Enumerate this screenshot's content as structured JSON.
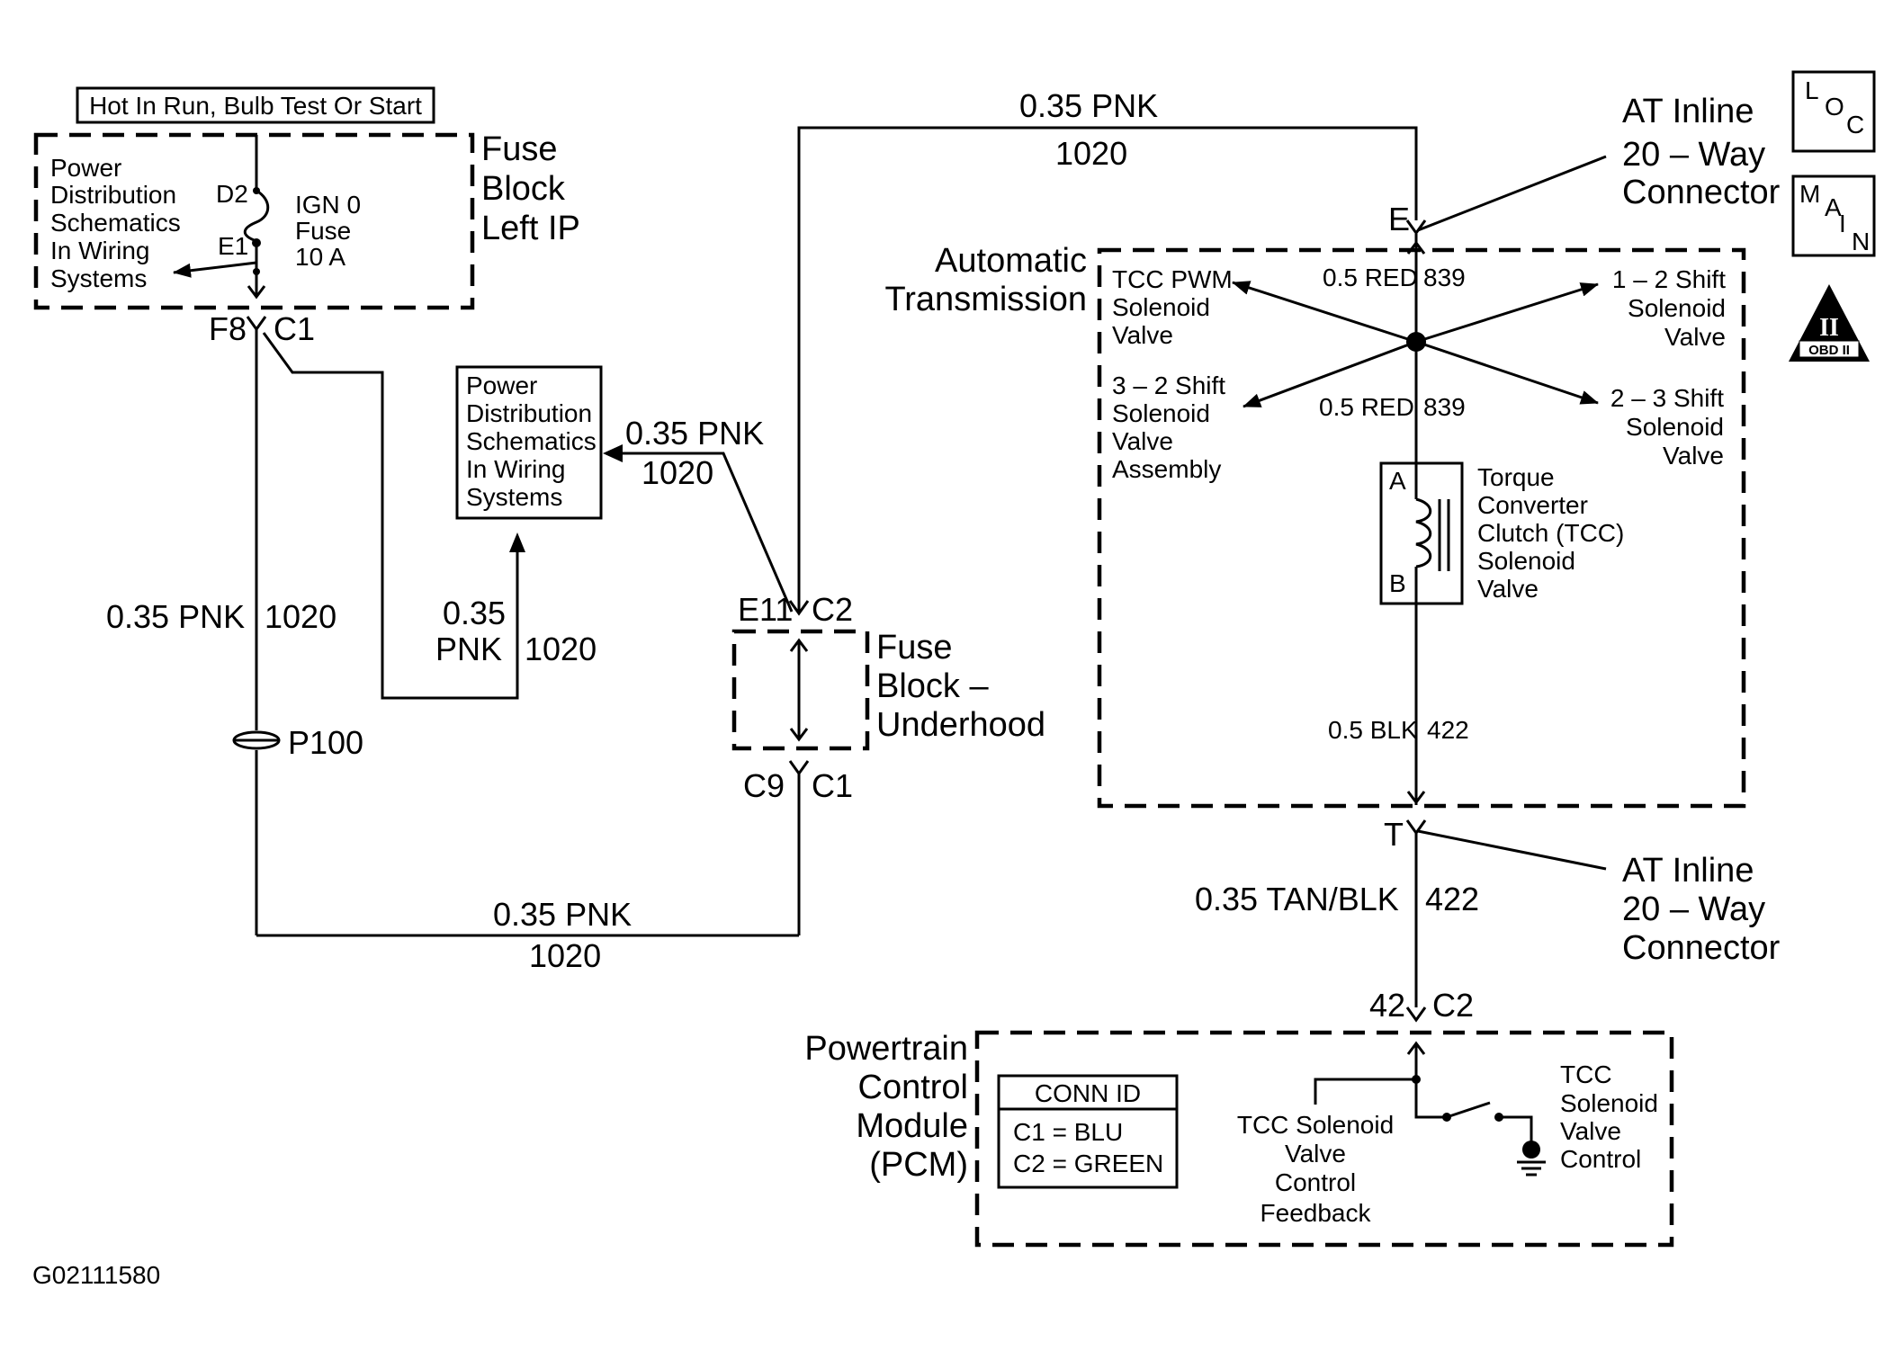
{
  "header": {
    "hot_in_run": "Hot In Run, Bulb Test Or Start"
  },
  "fuse_block_left": {
    "name": [
      "Fuse",
      "Block",
      "Left IP"
    ],
    "ref_text": [
      "Power",
      "Distribution",
      "Schematics",
      "In Wiring",
      "Systems"
    ],
    "fuse_label": [
      "IGN 0",
      "Fuse",
      "10 A"
    ],
    "pin_top": "D2",
    "pin_bottom": "E1",
    "connector_pin": "F8",
    "connector": "C1"
  },
  "ref_box_mid": {
    "text": [
      "Power",
      "Distribution",
      "Schematics",
      "In Wiring",
      "Systems"
    ]
  },
  "wire_1020": {
    "gauge": "0.35 PNK",
    "gauge_short": "0.35",
    "color_short": "PNK",
    "circuit": "1020"
  },
  "splice": {
    "label": "P100"
  },
  "fuse_block_underhood": {
    "name": [
      "Fuse",
      "Block –",
      "Underhood"
    ],
    "top_pin": "E11",
    "top_connector": "C2",
    "bottom_pin": "C9",
    "bottom_connector": "C1"
  },
  "at_inline_top": {
    "name": [
      "AT Inline",
      "20 – Way",
      "Connector"
    ],
    "pin": "E"
  },
  "at_inline_bottom": {
    "name": [
      "AT Inline",
      "20 – Way",
      "Connector"
    ],
    "pin": "T"
  },
  "auto_trans": {
    "name": [
      "Automatic",
      "Transmission"
    ],
    "tcc_pwm": [
      "TCC PWM",
      "Solenoid",
      "Valve"
    ],
    "shift_32": [
      "3 – 2 Shift",
      "Solenoid",
      "Valve",
      "Assembly"
    ],
    "shift_12": [
      "1 – 2 Shift",
      "Solenoid",
      "Valve"
    ],
    "shift_23": [
      "2 – 3 Shift",
      "Solenoid",
      "Valve"
    ],
    "wire_top": "0.5 RED",
    "wire_top_circuit": "839",
    "wire_mid": "0.5 RED",
    "wire_mid_circuit": "839",
    "tcc_solenoid": [
      "Torque",
      "Converter",
      "Clutch (TCC)",
      "Solenoid",
      "Valve"
    ],
    "pin_a": "A",
    "pin_b": "B",
    "wire_bottom": "0.5 BLK",
    "wire_bottom_circuit": "422"
  },
  "wire_422": {
    "gauge": "0.35 TAN/BLK",
    "circuit": "422"
  },
  "pcm": {
    "name": [
      "Powertrain",
      "Control",
      "Module",
      "(PCM)"
    ],
    "pin": "42",
    "connector": "C2",
    "conn_id_title": "CONN ID",
    "conn_id_c1": "C1 = BLU",
    "conn_id_c2": "C2 = GREEN",
    "feedback": [
      "TCC Solenoid",
      "Valve",
      "Control",
      "Feedback"
    ],
    "control": [
      "TCC",
      "Solenoid",
      "Valve",
      "Control"
    ]
  },
  "badges": {
    "loc": [
      "L",
      "O",
      "C"
    ],
    "main": [
      "M",
      "A",
      "I",
      "N"
    ],
    "obd_roman": "II",
    "obd": "OBD II"
  },
  "figure_id": "G02111580"
}
